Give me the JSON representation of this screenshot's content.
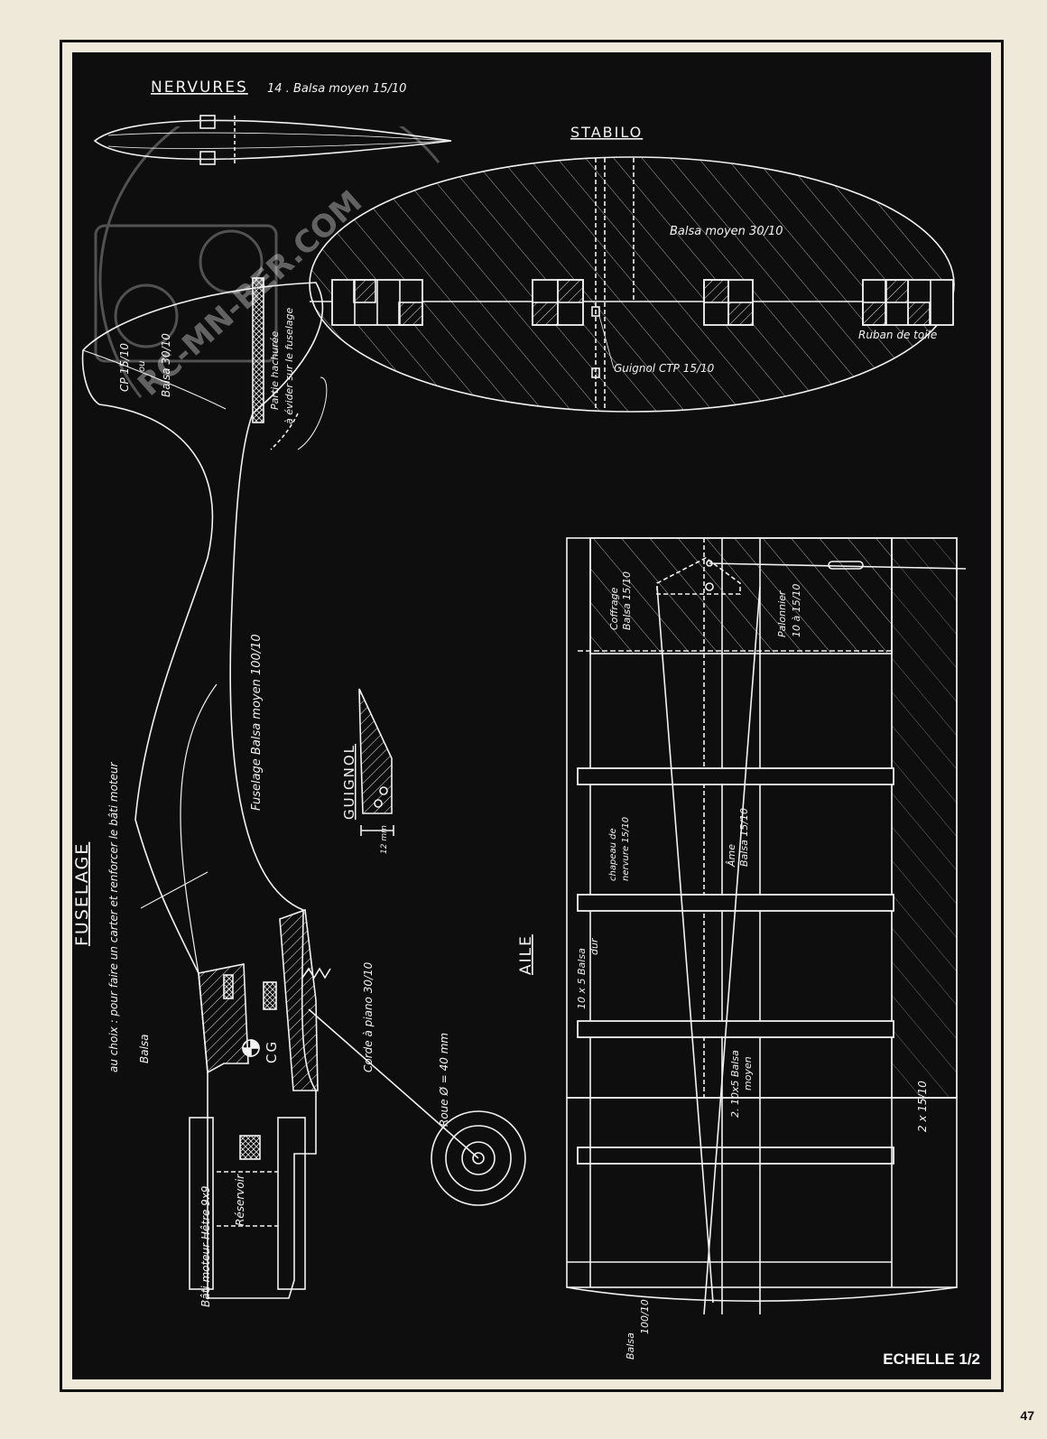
{
  "labels": {
    "nervures_title": "NERVURES",
    "nervures_spec": "14 . Balsa moyen 15/10",
    "stabilo_title": "STABILO",
    "stabilo_material": "Balsa moyen 30/10",
    "ruban": "Ruban de toile",
    "guignol_ctp": "Guignol CTP 15/10",
    "cp": "CP 15/10",
    "ou": "ou",
    "balsa_30": "Balsa 30/10",
    "partie_1": "Partie hachurée",
    "partie_2": "à évider sur le fuselage",
    "fuselage_material": "Fuselage Balsa moyen 100/10",
    "fuselage_title": "FUSELAGE",
    "fuselage_note": "au choix : pour faire un carter et renforcer le bâti moteur",
    "balsa": "Balsa",
    "cg": "CG",
    "corde": "Corde à piano 30/10",
    "roue": "Roue Ø = 40 mm",
    "reservoir": "Réservoir",
    "bati": "Bâti moteur  Hêtre 9x9",
    "guignol_title": "GUIGNOL",
    "guignol_dim": "12 mm",
    "aile_title": "AILE",
    "coffrage": "Coffrage",
    "coffrage_2": "Balsa 15/10",
    "palonnier": "Palonnier",
    "palonnier_2": "10 à 15/10",
    "chapeau": "chapeau de",
    "chapeau_2": "nervure 15/10",
    "ame": "Âme",
    "ame_2": "Balsa 15/10",
    "bord_attaque": "10 x 5  Balsa",
    "bord_attaque_2": "dur",
    "longeron": "2. 10x5 Balsa",
    "longeron_2": "moyen",
    "bord_fuite": "2 x 15/10",
    "balsa_100": "Balsa",
    "balsa_100_2": "100/10"
  },
  "watermark": "RC-MN-BER.COM",
  "scale": "ECHELLE 1/2",
  "page_number": "47",
  "colors": {
    "board": "#0e0e0e",
    "ink": "#f2f2f2",
    "paper": "#efe9d9"
  }
}
